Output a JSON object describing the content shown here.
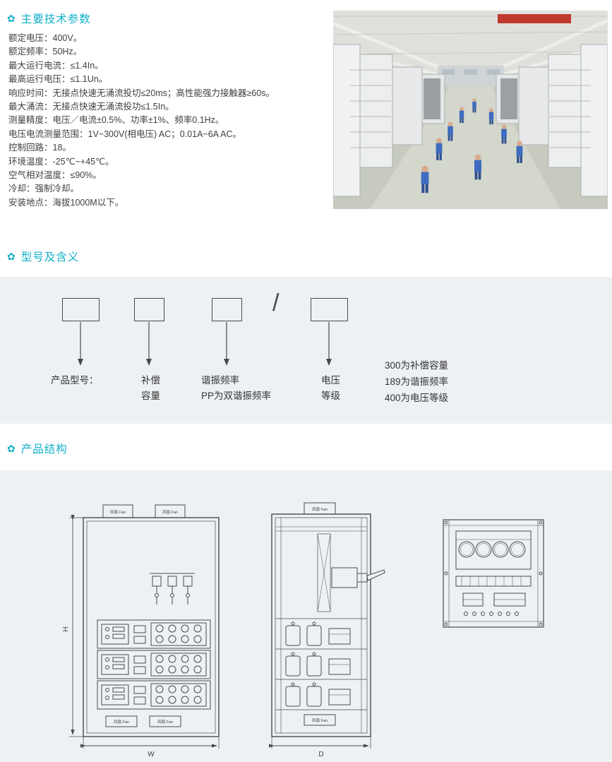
{
  "colors": {
    "accent": "#12b0c9",
    "panel_bg": "#eef1f4"
  },
  "icons": {
    "flower": "✿"
  },
  "tech": {
    "title": "主要技术参数",
    "items": [
      "额定电压：400V。",
      "额定频率：50Hz。",
      "最大运行电流：≤1.4In。",
      "最高运行电压：≤1.1Un。",
      "响应时间：无接点快速无涌流投切≤20ms；高性能强力接触器≥60s。",
      "最大涌流：无接点快速无涌流投功≤1.5In。",
      "测量精度：电压／电流±0.5%、功率±1%、频率0.1Hz。",
      "电压电流测量范围：1V~300V(相电压) AC；0.01A~6A AC。",
      "控制回路：18。",
      "环境温度：-25℃~+45℃。",
      "空气相对温度：≤90%。",
      "冷却：强制冷却。",
      "安装地点：海拔1000M以下。"
    ]
  },
  "model": {
    "title": "型号及含义",
    "slash": "/",
    "product_label": "产品型号：",
    "comp1": "补偿",
    "comp2": "容量",
    "res1": "谐振频率",
    "res2": "PP为双谐振频率",
    "volt1": "电压",
    "volt2": "等级",
    "notes": [
      "300为补偿容量",
      "189为谐振频率",
      "400为电压等级"
    ]
  },
  "structure": {
    "title": "产品结构",
    "fan": "风扇 Fan",
    "dim_h": "H",
    "dim_w": "W",
    "dim_d": "D"
  }
}
